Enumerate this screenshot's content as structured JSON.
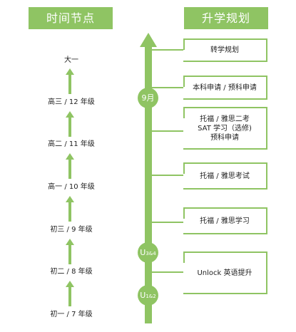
{
  "left_header": "时间节点",
  "right_header": "升学规划",
  "stages": [
    "大一",
    "高三 / 12 年级",
    "高二 / 11 年级",
    "高一 / 10 年级",
    "初三 / 9 年级",
    "初二 / 8 年级",
    "初一 / 7 年级"
  ],
  "badges": {
    "b1": "9月",
    "b2_main": "U",
    "b2_sub": "3&4",
    "b3_main": "U",
    "b3_sub": "1&2"
  },
  "boxes": [
    [
      "转学规划"
    ],
    [
      "本科申请 / 预科申请"
    ],
    [
      "托福 / 雅思二考",
      "SAT 学习（选修)",
      "预科申请"
    ],
    [
      "托福 / 雅思考试"
    ],
    [
      "托福 / 雅思学习"
    ],
    [
      "Unlock 英语提升"
    ]
  ],
  "colors": {
    "accent": "#8fc463",
    "text": "#222222",
    "background": "#ffffff"
  }
}
